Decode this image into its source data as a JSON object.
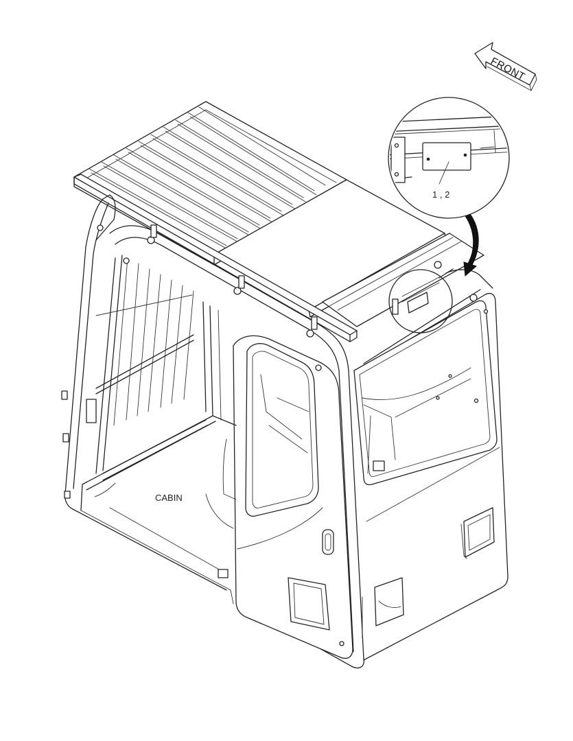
{
  "diagram": {
    "cabin_label": "CABIN",
    "front_label": "FRONT",
    "callout_label": "1 , 2"
  }
}
